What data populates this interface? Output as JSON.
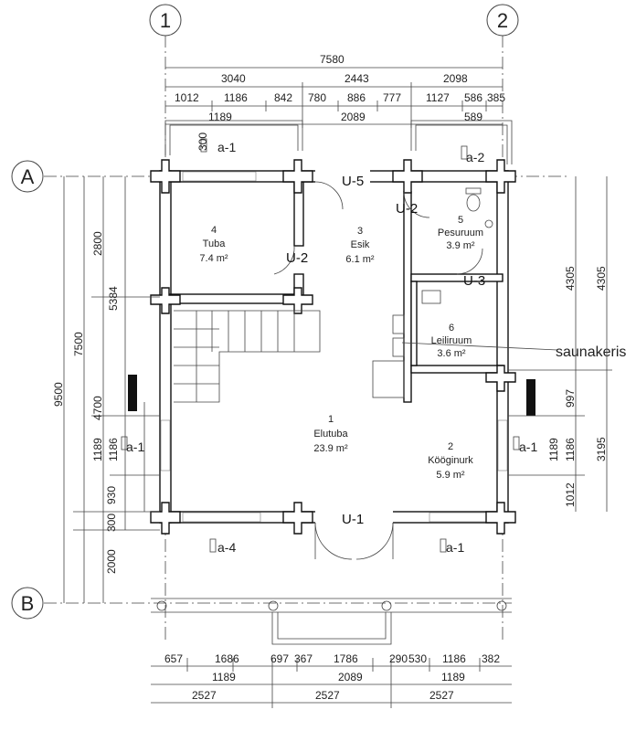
{
  "axes": {
    "col1": "1",
    "col2": "2",
    "rowA": "A",
    "rowB": "B"
  },
  "dims_top": {
    "total": "7580",
    "r2": [
      "3040",
      "2443",
      "2098"
    ],
    "r3": [
      "1012",
      "1186",
      "842",
      "780",
      "886",
      "777",
      "1127",
      "586",
      "385"
    ],
    "r4": [
      "1189",
      "2089",
      "589"
    ]
  },
  "dims_bottom": {
    "r1": [
      "657",
      "1686",
      "697",
      "367",
      "1786",
      "290",
      "530",
      "1186",
      "382"
    ],
    "r2": [
      "1189",
      "2089",
      "1189"
    ],
    "r3": [
      "2527",
      "2527",
      "2527"
    ]
  },
  "dims_left": {
    "total": "9500",
    "c2": [
      "7500",
      "2000"
    ],
    "c3": [
      "2800",
      "4700",
      "300"
    ],
    "c4": [
      "5384",
      "1186",
      "930"
    ],
    "c5": [
      "1189"
    ],
    "small": "300"
  },
  "dims_right": {
    "outer": [
      "4305",
      "3195"
    ],
    "inner": [
      "4305",
      "997",
      "1186",
      "1012"
    ],
    "small": "1189"
  },
  "rooms": [
    {
      "num": "4",
      "name": "Tuba",
      "area": "7.4 m²"
    },
    {
      "num": "3",
      "name": "Esik",
      "area": "6.1 m²"
    },
    {
      "num": "5",
      "name": "Pesuruum",
      "area": "3.9 m²"
    },
    {
      "num": "6",
      "name": "Leiliruum",
      "area": "3.6 m²"
    },
    {
      "num": "1",
      "name": "Elutuba",
      "area": "23.9 m²"
    },
    {
      "num": "2",
      "name": "Kööginurk",
      "area": "5.9 m²"
    }
  ],
  "doors": {
    "u5": "U-5",
    "u2a": "U-2",
    "u2b": "U-2",
    "u3": "U-3",
    "u1": "U-1"
  },
  "windows": {
    "a1_top": "a-1",
    "a2_top": "a-2",
    "a1_left": "a-1",
    "a1_right": "a-1",
    "a4_bottom": "a-4",
    "a1_bottom": "a-1"
  },
  "annotations": {
    "heater": "saunakeris"
  }
}
